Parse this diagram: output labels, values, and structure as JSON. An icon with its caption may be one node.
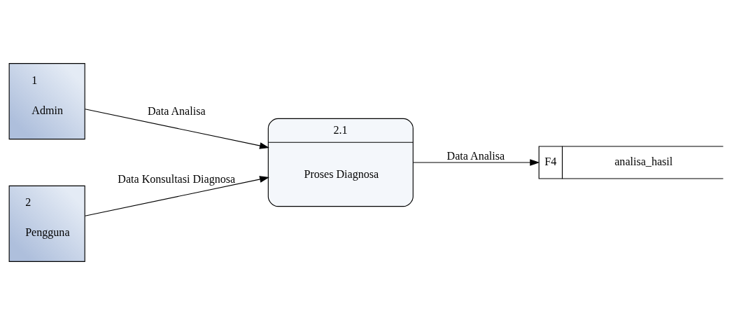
{
  "diagram": {
    "nodes": [
      {
        "text": [
          "1",
          "Admin"
        ]
      },
      {
        "text": [
          "2.1",
          "Proses Diagnosa"
        ]
      },
      {
        "text": [
          "F4",
          "analisa_hasil"
        ]
      },
      {
        "text": [
          "2",
          "Pengguna"
        ]
      }
    ],
    "edges": [
      {
        "from": 0,
        "to": 1,
        "arrow": "to",
        "label": "Data Analisa"
      },
      {
        "from": 1,
        "to": 2,
        "arrow": "to",
        "label": "Data Analisa"
      },
      {
        "from": 3,
        "to": 1,
        "arrow": "to",
        "label": "Data Konsultasi Diagnosa"
      }
    ]
  }
}
